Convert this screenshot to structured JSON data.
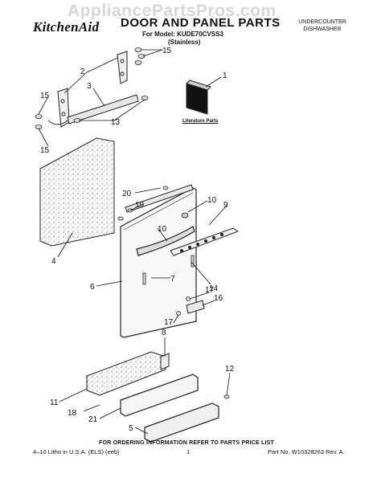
{
  "watermark": "AppliancePartsPros.com",
  "brand": "KitchenAid",
  "title": "DOOR AND PANEL PARTS",
  "model_line": "For Model: KUDE70CVSS3",
  "variant": "(Stainless)",
  "category": [
    "UNDERCOUNTER",
    "DISHWASHER"
  ],
  "literature_label": "Literature Parts",
  "callouts": [
    {
      "id": "1",
      "label": "1"
    },
    {
      "id": "2",
      "label": "2"
    },
    {
      "id": "3",
      "label": "3"
    },
    {
      "id": "4",
      "label": "4"
    },
    {
      "id": "5",
      "label": "5"
    },
    {
      "id": "6",
      "label": "6"
    },
    {
      "id": "7",
      "label": "7"
    },
    {
      "id": "8",
      "label": "8"
    },
    {
      "id": "9",
      "label": "9"
    },
    {
      "id": "10a",
      "label": "10"
    },
    {
      "id": "10b",
      "label": "10"
    },
    {
      "id": "11",
      "label": "11"
    },
    {
      "id": "12",
      "label": "12"
    },
    {
      "id": "13",
      "label": "13"
    },
    {
      "id": "14",
      "label": "14"
    },
    {
      "id": "15a",
      "label": "15"
    },
    {
      "id": "15b",
      "label": "15"
    },
    {
      "id": "15c",
      "label": "15"
    },
    {
      "id": "16",
      "label": "16"
    },
    {
      "id": "17a",
      "label": "17"
    },
    {
      "id": "17b",
      "label": "17"
    },
    {
      "id": "18",
      "label": "18"
    },
    {
      "id": "19",
      "label": "19"
    },
    {
      "id": "20",
      "label": "20"
    },
    {
      "id": "21",
      "label": "21"
    }
  ],
  "order_note": "FOR ORDERING INFORMATION REFER TO PARTS PRICE LIST",
  "footer": {
    "left": "4–10 Litho in U.S.A. (ELS) (eeb)",
    "page": "1",
    "part_no": "Part No. W10328263 Rev. A"
  }
}
